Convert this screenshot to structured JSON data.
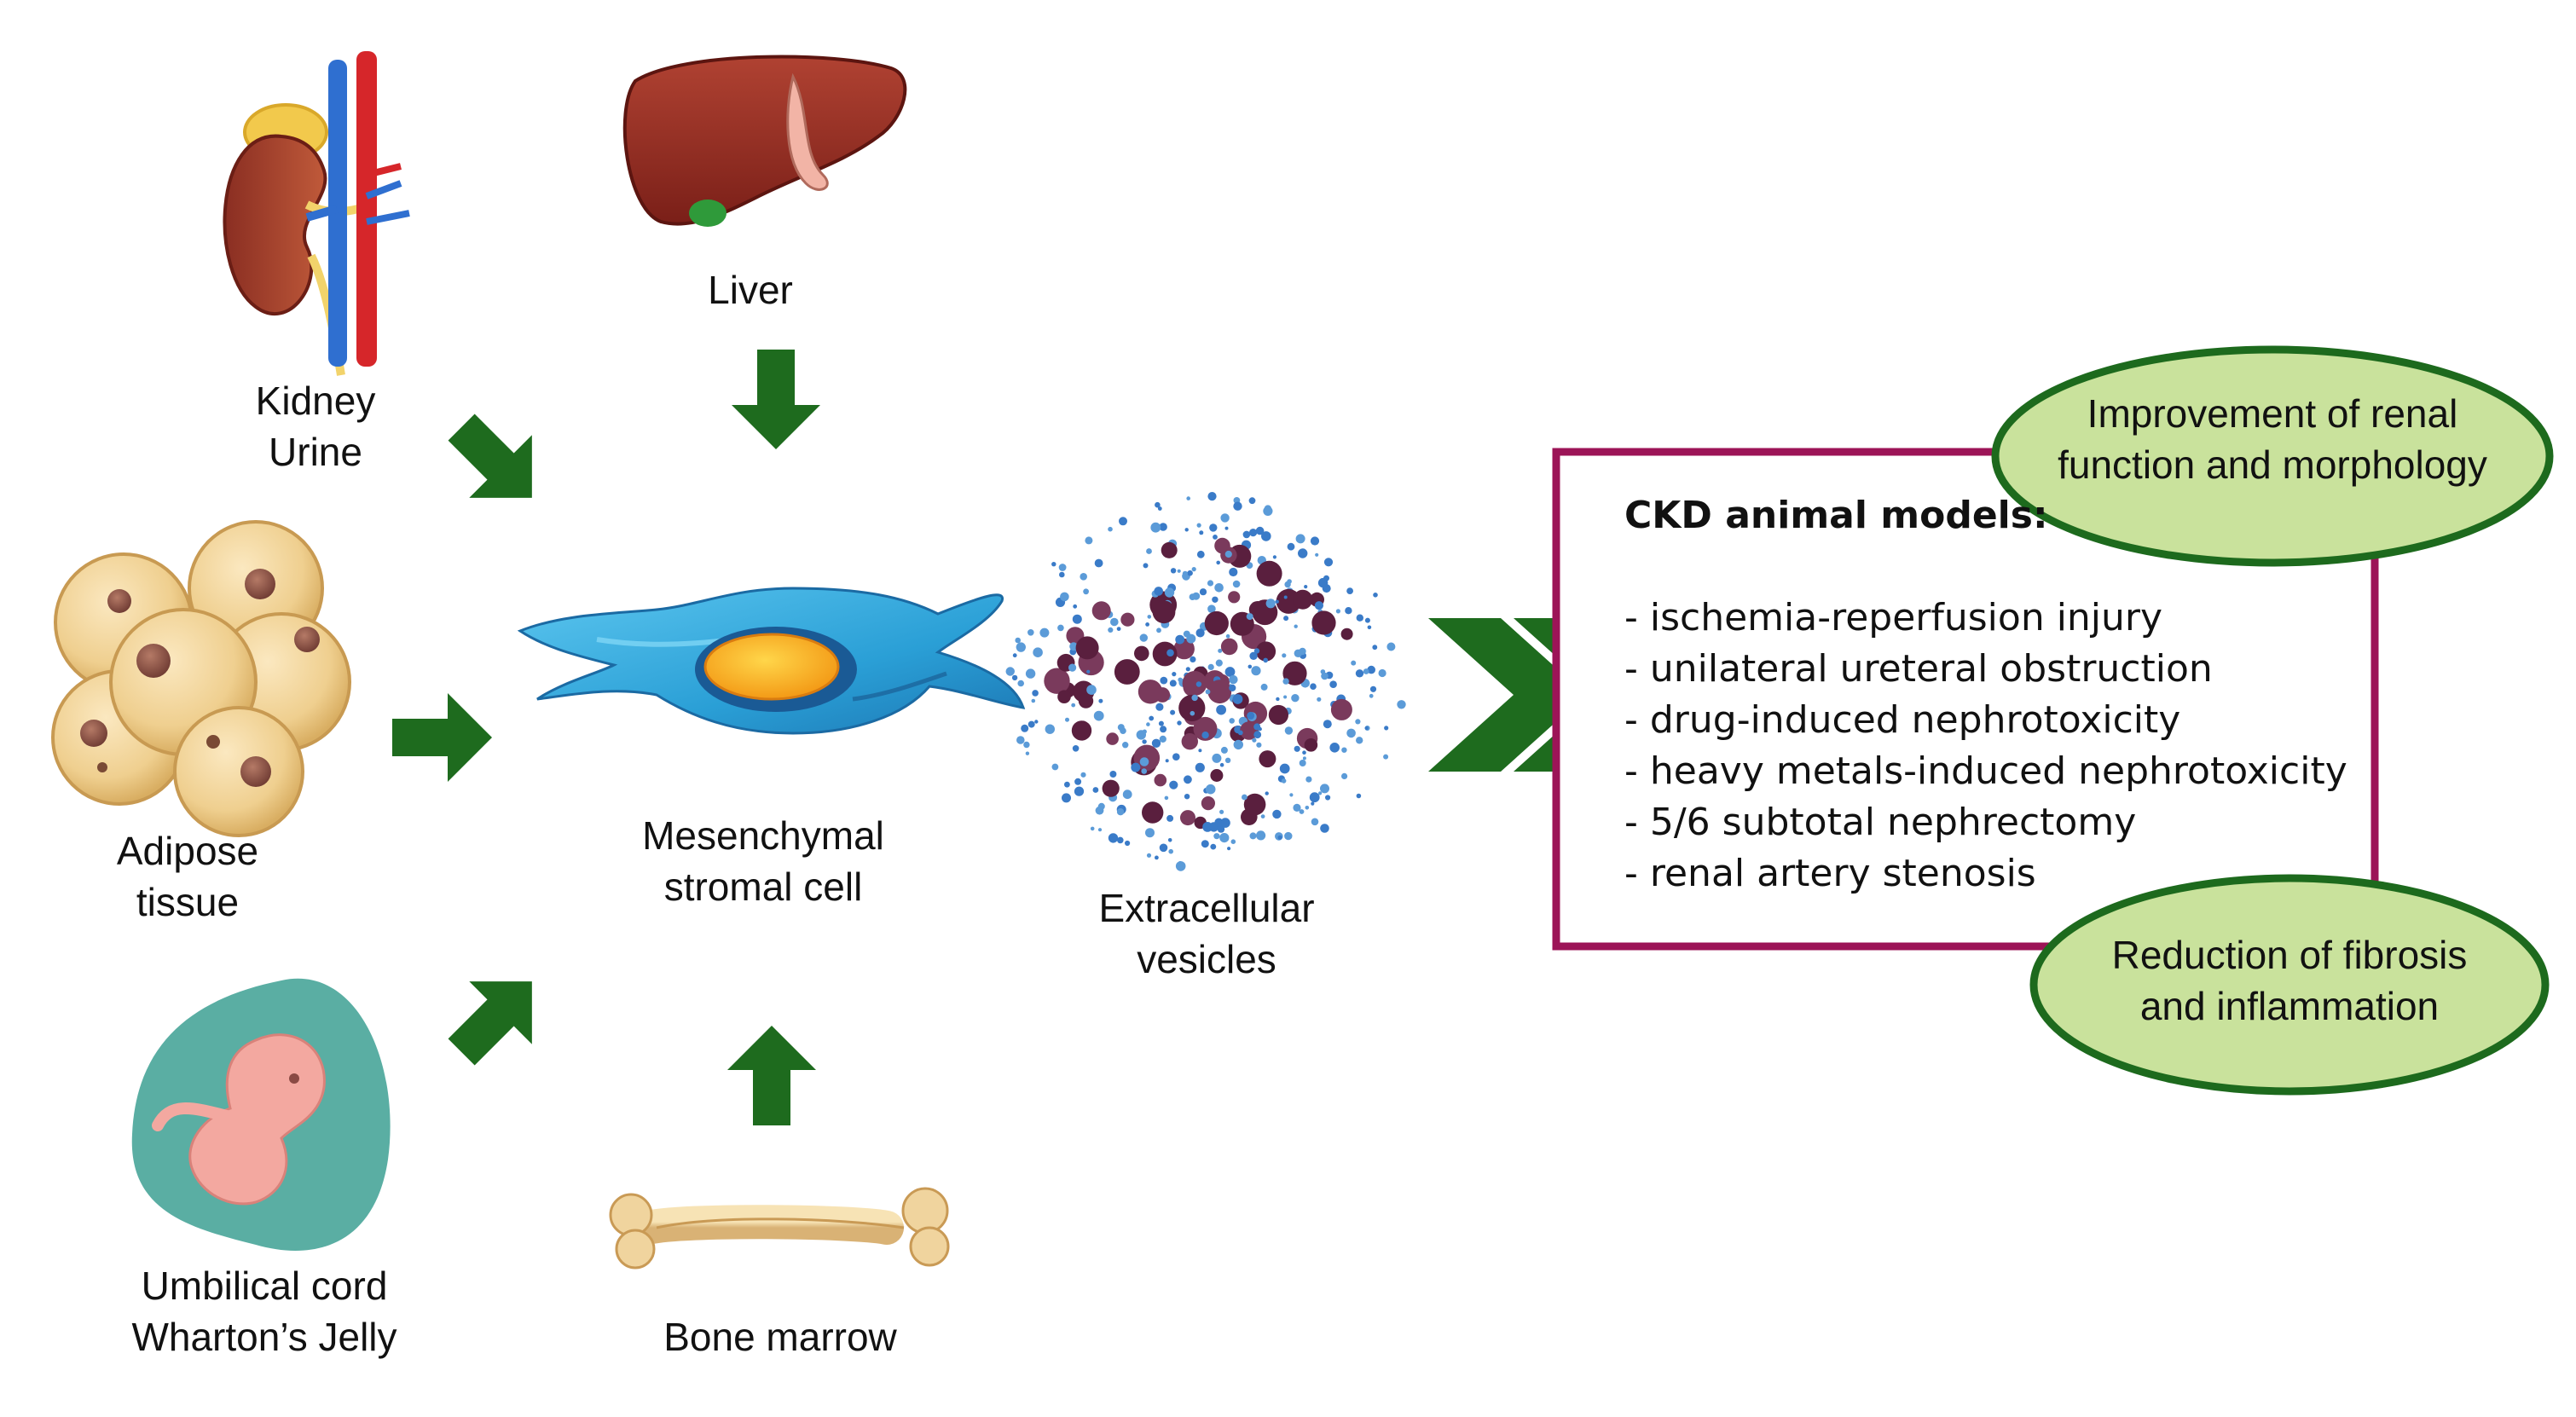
{
  "sources": {
    "kidney": {
      "line1": "Kidney",
      "line2": "Urine"
    },
    "liver": {
      "line1": "Liver"
    },
    "adipose": {
      "line1": "Adipose",
      "line2": "tissue"
    },
    "umbilical": {
      "line1": "Umbilical cord",
      "line2": "Wharton’s Jelly"
    },
    "bone": {
      "line1": "Bone marrow"
    }
  },
  "center": {
    "line1": "Mesenchymal",
    "line2": "stromal cell"
  },
  "vesicles": {
    "line1": "Extracellular",
    "line2": "vesicles"
  },
  "box": {
    "title": "CKD animal models:",
    "items": [
      "- ischemia-reperfusion injury",
      "- unilateral ureteral obstruction",
      "- drug-induced nephrotoxicity",
      "- heavy metals-induced nephrotoxicity",
      "- 5/6 subtotal nephrectomy",
      "- renal artery stenosis"
    ]
  },
  "outcomes": {
    "top": {
      "line1": "Improvement of renal",
      "line2": "function and morphology"
    },
    "bottom": {
      "line1": "Reduction of fibrosis",
      "line2": "and inflammation"
    }
  },
  "colors": {
    "arrow_green": "#1e6b1e",
    "box_border": "#9c1457",
    "ellipse_fill": "#c9e29c",
    "ellipse_border": "#1d6a1d",
    "cell_blue": "#2a9fd6",
    "nucleus_orange": "#f5a31a"
  }
}
